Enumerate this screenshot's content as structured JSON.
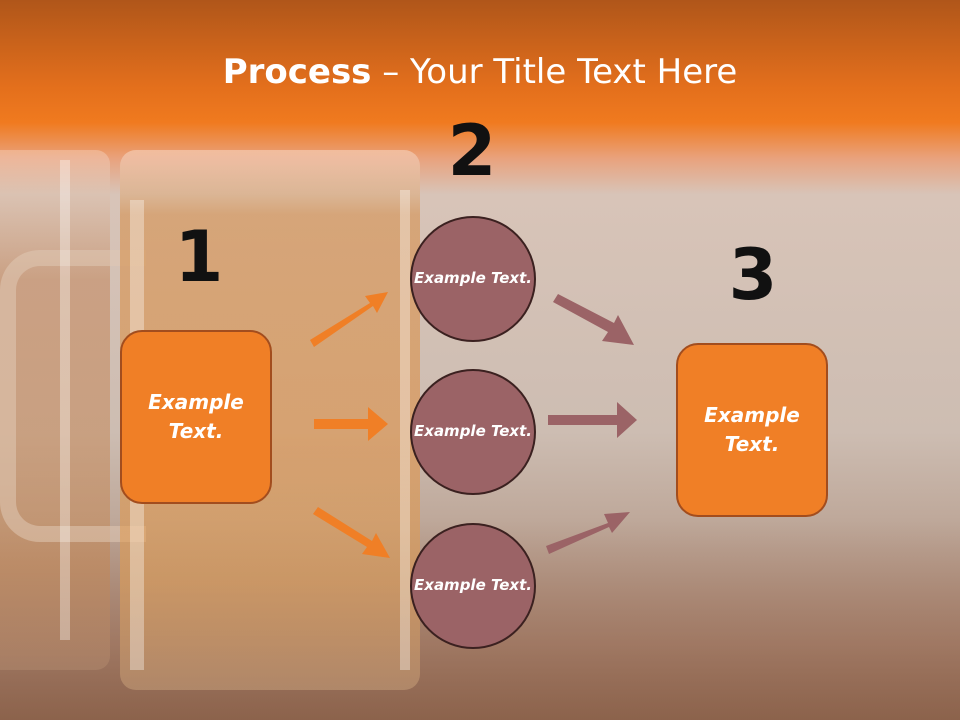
{
  "title": {
    "bold": "Process",
    "rest": " – Your Title Text Here"
  },
  "steps": [
    {
      "number": "1",
      "box_text": "Example Text."
    },
    {
      "number": "2",
      "circles": [
        "Example Text.",
        "Example Text.",
        "Example Text."
      ]
    },
    {
      "number": "3",
      "box_text": "Example Text."
    }
  ],
  "colors": {
    "box": "#f07f26",
    "circle": "#9b6366",
    "arrow_left": "#f07f26",
    "arrow_right": "#9b6366",
    "header": "#f07a1f"
  }
}
